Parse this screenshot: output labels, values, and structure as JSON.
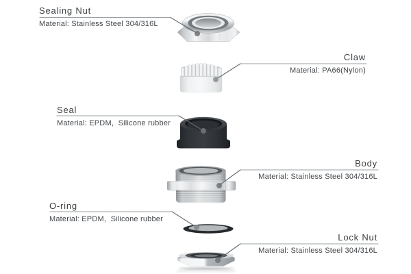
{
  "diagram": {
    "type": "exploded-view",
    "parts": [
      {
        "name": "Sealing Nut",
        "material": "Material: Stainless Steel 304/316L",
        "label_side": "left"
      },
      {
        "name": "Claw",
        "material": "Material: PA66(Nylon)",
        "label_side": "right"
      },
      {
        "name": "Seal",
        "material": "Material: EPDM,  Silicone rubber",
        "label_side": "left"
      },
      {
        "name": "Body",
        "material": "Material: Stainless Steel 304/316L",
        "label_side": "right"
      },
      {
        "name": "O-ring",
        "material": "Material: EPDM,  Silicone rubber",
        "label_side": "left"
      },
      {
        "name": "Lock Nut",
        "material": "Material: Stainless Steel 304/316L",
        "label_side": "right"
      }
    ],
    "colors": {
      "background": "#ffffff",
      "text": "#3f4347",
      "leader_line_light": "#9aa0a4",
      "leader_line_dark": "#63686c",
      "metal_highlight": "#f4f5f6",
      "metal_shadow": "#aab0b4",
      "nylon_white": "#f0f1f2",
      "rubber_black": "#2a2d31"
    }
  }
}
